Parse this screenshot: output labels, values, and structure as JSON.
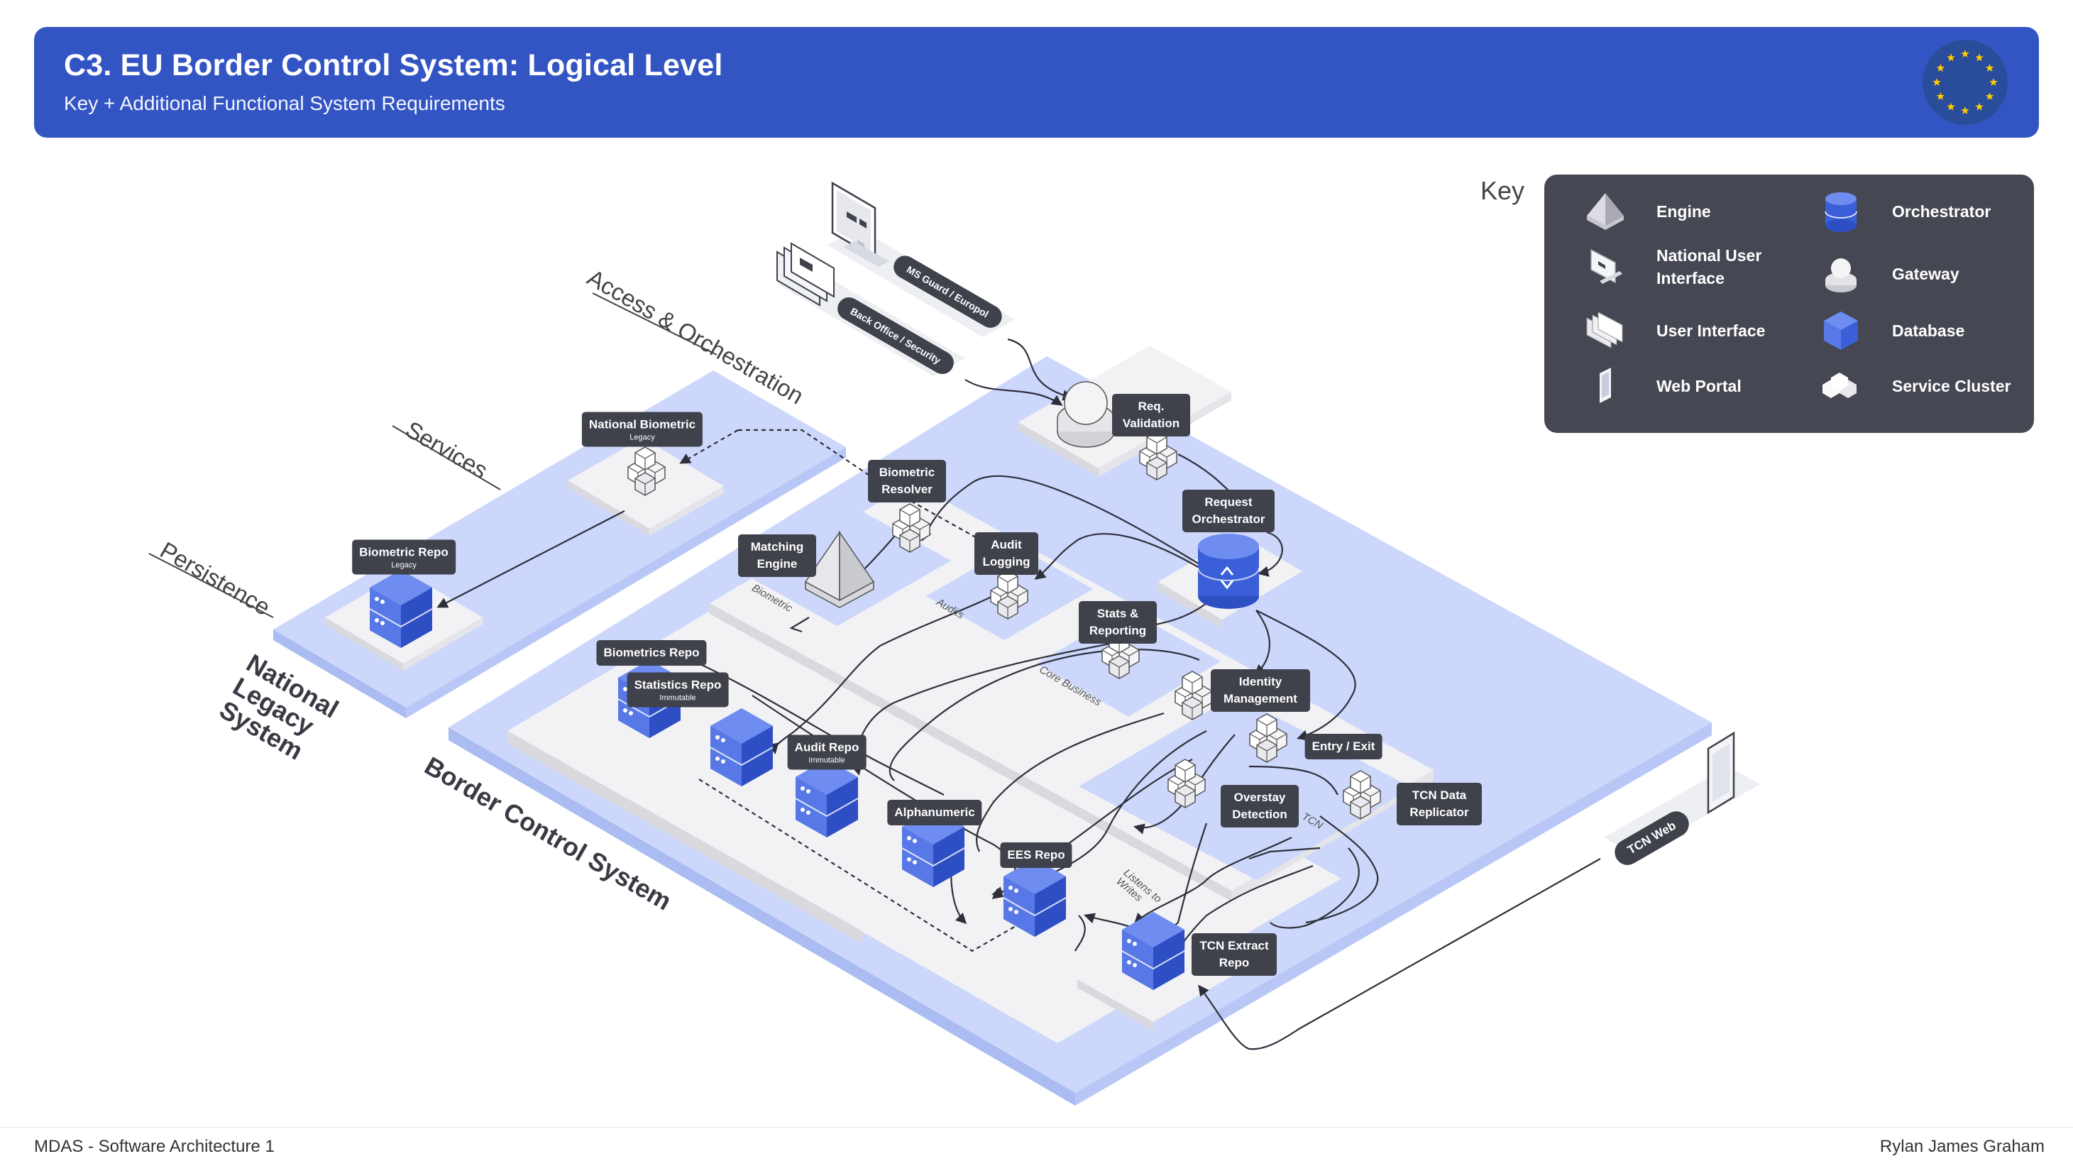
{
  "header": {
    "title": "C3. EU Border Control System: Logical Level",
    "subtitle": "Key + Additional Functional System Requirements"
  },
  "colors": {
    "header": "#3355c3",
    "base_blue": "#ccd7fb",
    "tile_white": "#f2f2f4",
    "label_dark": "#3f414b",
    "key_bg": "#454752",
    "eu_blue": "#2a4d9b",
    "eu_star": "#ffcc00"
  },
  "key": {
    "title": "Key",
    "items": [
      {
        "label": "Engine",
        "icon": "engine-icon"
      },
      {
        "label": "Orchestrator",
        "icon": "orchestrator-icon"
      },
      {
        "label": "National User Interface",
        "icon": "national-ui-icon"
      },
      {
        "label": "Gateway",
        "icon": "gateway-icon"
      },
      {
        "label": "User Interface",
        "icon": "user-interface-icon"
      },
      {
        "label": "Database",
        "icon": "database-icon"
      },
      {
        "label": "Web Portal",
        "icon": "web-portal-icon"
      },
      {
        "label": "Service Cluster",
        "icon": "service-cluster-icon"
      }
    ]
  },
  "layers": {
    "access": "Access & Orchestration",
    "services": "Services",
    "persistence": "Persistence"
  },
  "systems": {
    "national_legacy": "National Legacy System",
    "border_control": "Border Control System"
  },
  "zones": {
    "biometric": "Biometric",
    "audits": "Audits",
    "core_business": "Core Business",
    "tcn": "TCN",
    "listens": "Listens to Writes"
  },
  "clients": {
    "ms_guard": "MS Guard / Europol",
    "back_office": "Back Office / Security",
    "tcn_web": "TCN Web"
  },
  "components": {
    "req_validation": "Req. Validation",
    "request_orchestrator": "Request Orchestrator",
    "biometric_resolver": "Biometric Resolver",
    "matching_engine": "Matching Engine",
    "audit_logging": "Audit Logging",
    "stats_reporting": "Stats & Reporting",
    "identity_management": "Identity Management",
    "entry_exit": "Entry / Exit",
    "overstay_detection": "Overstay Detection",
    "tcn_data_replicator": "TCN Data Replicator",
    "national_biometric": "National Biometric",
    "national_biometric_sub": "Legacy",
    "biometric_repo": "Biometric Repo",
    "biometric_repo_sub": "Legacy",
    "biometrics_repo": "Biometrics Repo",
    "statistics_repo": "Statistics Repo",
    "statistics_repo_sub": "Immutable",
    "audit_repo": "Audit Repo",
    "audit_repo_sub": "Immutable",
    "alphanumeric": "Alphanumeric",
    "ees_repo": "EES Repo",
    "tcn_extract_repo": "TCN Extract Repo"
  },
  "footer": {
    "left": "MDAS - Software Architecture 1",
    "right": "Rylan James Graham"
  }
}
